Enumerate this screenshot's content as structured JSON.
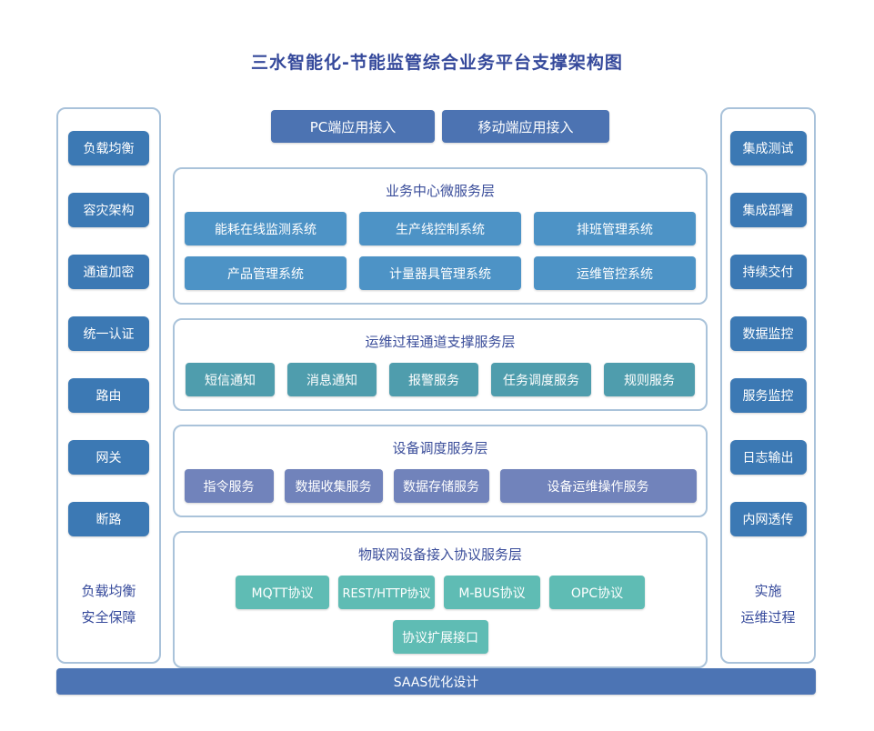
{
  "title": "三水智能化-节能监管综合业务平台支撑架构图",
  "colors": {
    "title_text": "#35499b",
    "panel_border": "#a9c2da",
    "sidebar_box": "#3c79b4",
    "top_box": "#4c73b2",
    "layer1_box": "#4d93c6",
    "layer2_box": "#4f9dad",
    "layer3_box": "#7183bb",
    "layer4_box": "#5fbcb4",
    "bottom_bar": "#4c74b4"
  },
  "left_column": {
    "items": [
      "负载均衡",
      "容灾架构",
      "通道加密",
      "统一认证",
      "路由",
      "网关",
      "断路"
    ],
    "footer_lines": [
      "负载均衡",
      "安全保障"
    ]
  },
  "right_column": {
    "items": [
      "集成测试",
      "集成部署",
      "持续交付",
      "数据监控",
      "服务监控",
      "日志输出",
      "内网透传"
    ],
    "footer_lines": [
      "实施",
      "运维过程"
    ]
  },
  "top_boxes": [
    "PC端应用接入",
    "移动端应用接入"
  ],
  "layers": [
    {
      "title": "业务中心微服务层",
      "boxes": [
        "能耗在线监测系统",
        "生产线控制系统",
        "排班管理系统",
        "产品管理系统",
        "计量器具管理系统",
        "运维管控系统"
      ]
    },
    {
      "title": "运维过程通道支撑服务层",
      "boxes": [
        "短信通知",
        "消息通知",
        "报警服务",
        "任务调度服务",
        "规则服务"
      ]
    },
    {
      "title": "设备调度服务层",
      "boxes": [
        "指令服务",
        "数据收集服务",
        "数据存储服务",
        "设备运维操作服务"
      ]
    },
    {
      "title": "物联网设备接入协议服务层",
      "boxes": [
        "MQTT协议",
        "REST/HTTP协议",
        "M-BUS协议",
        "OPC协议",
        "协议扩展接口"
      ]
    }
  ],
  "bottom_bar": "SAAS优化设计"
}
